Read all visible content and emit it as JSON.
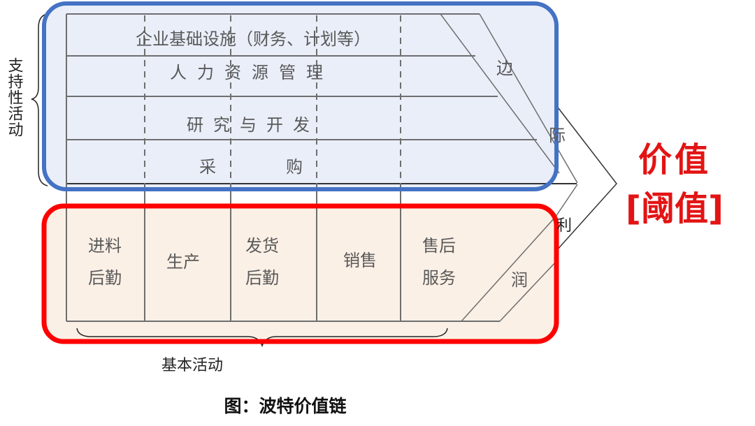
{
  "support": {
    "label": "支持性活动",
    "rows": [
      "企业基础设施（财务、计划等）",
      "人力资源管理",
      "研究与开发"
    ],
    "procurement": [
      "采",
      "购"
    ]
  },
  "primary": {
    "label": "基本活动",
    "cells": [
      [
        "进料",
        "后勤"
      ],
      [
        "生产"
      ],
      [
        "发货",
        "后勤"
      ],
      [
        "销售"
      ],
      [
        "售后",
        "服务"
      ]
    ]
  },
  "margin_chars": [
    "边",
    "际",
    "利",
    "润"
  ],
  "value": {
    "line1": "价值",
    "line2": "[阈值]"
  },
  "caption": "图：波特价值链",
  "colors": {
    "blue": "#4472c4",
    "red": "#ff0000",
    "blue_fill": "#e9eef9",
    "red_fill": "#fbf0e6"
  }
}
